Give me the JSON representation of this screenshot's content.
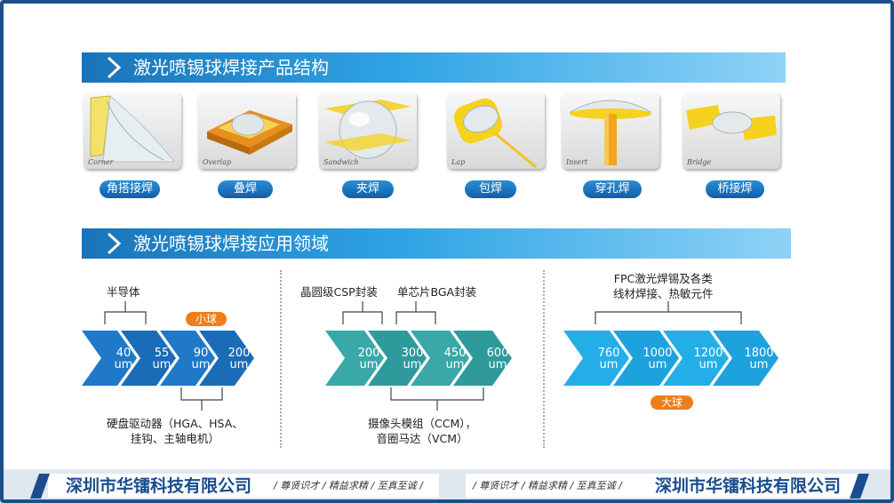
{
  "section1": {
    "title": "激光喷锡球焊接产品结构"
  },
  "section2": {
    "title": "激光喷锡球焊接应用领域"
  },
  "products": [
    {
      "tag": "Corner",
      "label": "角搭接焊"
    },
    {
      "tag": "Overlap",
      "label": "叠焊"
    },
    {
      "tag": "Sandwich",
      "label": "夹焊"
    },
    {
      "tag": "Lap",
      "label": "包焊"
    },
    {
      "tag": "Insert",
      "label": "穿孔焊"
    },
    {
      "tag": "Bridge",
      "label": "桥接焊"
    }
  ],
  "group1": {
    "top_label": "半导体",
    "bottom_label_l1": "硬盘驱动器（HGA、HSA、",
    "bottom_label_l2": "挂钩、主轴电机）",
    "badge": "小球",
    "items": [
      "40",
      "55",
      "90",
      "200"
    ],
    "unit": "um",
    "color": "#1f78c8"
  },
  "group2": {
    "top_label_a": "晶圆级CSP封装",
    "top_label_b": "单芯片BGA封装",
    "bottom_label_l1": "摄像头模组（CCM），",
    "bottom_label_l2": "音圈马达（VCM）",
    "items": [
      "200",
      "300",
      "450",
      "600"
    ],
    "unit": "um",
    "color": "#3aa7a8"
  },
  "group3": {
    "top_label_l1": "FPC激光焊锡及各类",
    "top_label_l2": "线材焊接、热敏元件",
    "badge": "大球",
    "items": [
      "760",
      "1000",
      "1200",
      "1800"
    ],
    "unit": "um",
    "color": "#24aee8"
  },
  "footer": {
    "company": "深圳市华镭科技有限公司",
    "slogan": "/ 尊贤识才 / 精益求精 / 至真至诚 /"
  },
  "colors": {
    "accent": "#1a73b8",
    "badge": "#f07d1a",
    "border": "#1d4f8c"
  }
}
